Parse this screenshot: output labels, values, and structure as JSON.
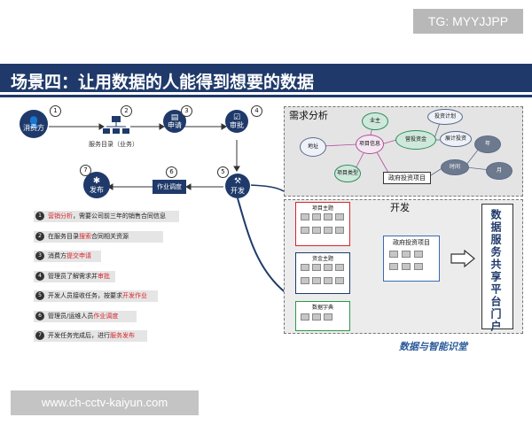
{
  "watermark_top": "TG: MYYJJPP",
  "title": "场景四：让用数据的人能得到想要的数据",
  "flow": {
    "consumer": "消费方",
    "catalog_label": "服务目录（业务）",
    "apply": "申请",
    "approve": "审批",
    "develop": "开发",
    "schedule": "作业调度",
    "publish": "发布",
    "nums": [
      "1",
      "2",
      "3",
      "4",
      "5",
      "6",
      "7"
    ]
  },
  "steps": [
    {
      "n": "1",
      "pre": "",
      "hl": "营销分析",
      "post": "，需要公司前三年的销售合同信息"
    },
    {
      "n": "2",
      "pre": "在服务目录",
      "hl": "搜索",
      "post": "合同相关资源"
    },
    {
      "n": "3",
      "pre": "消费方",
      "hl": "提交申请",
      "post": ""
    },
    {
      "n": "4",
      "pre": "管理员了解需求并",
      "hl": "审批",
      "post": ""
    },
    {
      "n": "5",
      "pre": "开发人员接收任务，按要求",
      "hl": "开发作业",
      "post": ""
    },
    {
      "n": "6",
      "pre": "管理员/运维人员",
      "hl": "作业调度",
      "post": ""
    },
    {
      "n": "7",
      "pre": "开发任务完成后，进行",
      "hl": "服务发布",
      "post": ""
    }
  ],
  "demand": {
    "title": "需求分析",
    "nodes": [
      "业主",
      "地址",
      "项目信息",
      "项目类型",
      "投资计划",
      "营投资金",
      "展计投资",
      "年",
      "时间",
      "月",
      "政府投资项目"
    ]
  },
  "dev": {
    "title": "开发",
    "boxes": [
      "项目主题",
      "资金主题",
      "数据字典"
    ],
    "target": "政府投资项目",
    "portal": "数据服务共享平台门户"
  },
  "watermark_bottom": "www.ch-cctv-kaiyun.com",
  "logo_text": "数据与智能识堂"
}
